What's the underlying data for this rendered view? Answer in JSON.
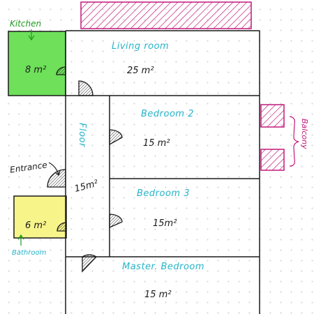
{
  "labels": {
    "kitchen": "Kitchen",
    "living_room": "Living room",
    "floor": "Floor",
    "bedroom2": "Bedroom 2",
    "bedroom3": "Bedroom 3",
    "master_bedroom": "Master. Bedroom",
    "entrance": "Entrance",
    "bathroom": "Bathroom",
    "balcony": "Balcony"
  },
  "areas": {
    "kitchen": "8 m²",
    "living_room": "25 m²",
    "floor": "15m²",
    "bedroom2": "15 m²",
    "bedroom3": "15m²",
    "bathroom": "6 m²",
    "master_bedroom": "15 m²"
  },
  "colors": {
    "kitchen_fill": "#6ee05a",
    "bathroom_fill": "#f7f48a",
    "hatch": "#c2187a",
    "room_label": "#27b4c9",
    "kitchen_label": "#1f9a1f",
    "wall": "#1a1a1a",
    "door": "#1a1a1a"
  }
}
